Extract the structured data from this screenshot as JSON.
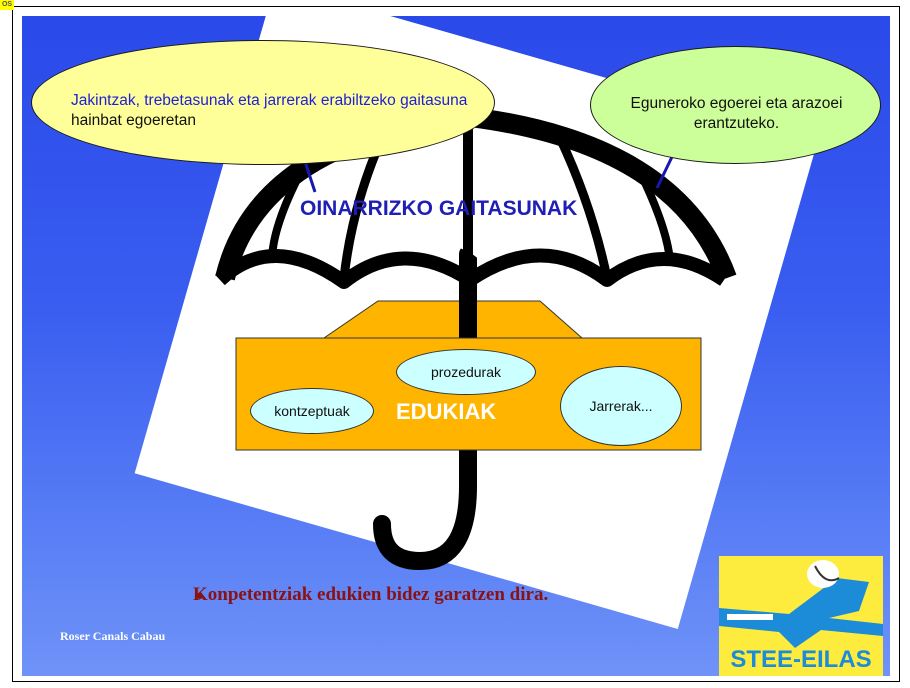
{
  "corner_tag": "OS",
  "bubble_left": {
    "blue_text": "Jakintzak, trebetasunak eta jarrerak erabiltzeko gaitasuna",
    "black_text": " hainbat egoeretan"
  },
  "bubble_right": {
    "text": "Eguneroko egoerei eta arazoei erantzuteko."
  },
  "umbrella_title": "OINARRIZKO GAITASUNAK",
  "pills": {
    "prozedurak": "prozedurak",
    "kontzeptuak": "kontzeptuak",
    "jarrerak": "Jarrerak..."
  },
  "box_label": "EDUKIAK",
  "bullet_text": "Konpetentziak edukien bidez garatzen dira.",
  "author": "Roser Canals Cabau",
  "logo_text": "STEE-EILAS",
  "colors": {
    "slide_blue": "#2a49ea",
    "bubble_yellow": "#ffff99",
    "bubble_green": "#ccff99",
    "box_orange": "#ffb400",
    "pill_cyan": "#ccffff",
    "bullet_red": "#8b1212"
  }
}
